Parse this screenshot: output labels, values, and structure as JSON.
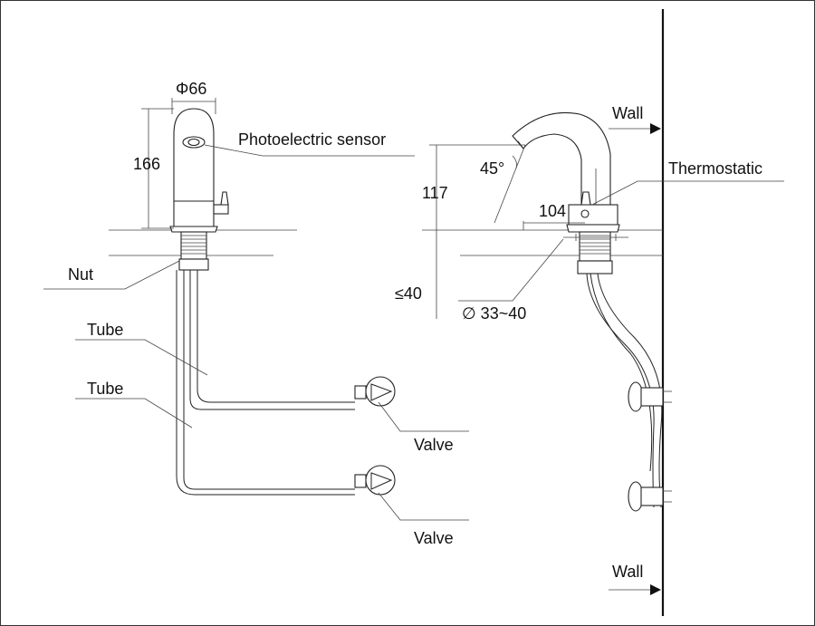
{
  "diagram": {
    "labels": {
      "phi66": "Φ66",
      "dim166": "166",
      "photoelectric_sensor": "Photoelectric sensor",
      "nut": "Nut",
      "tube_upper": "Tube",
      "tube_lower": "Tube",
      "valve_upper": "Valve",
      "valve_lower": "Valve",
      "wall_top": "Wall",
      "wall_bottom": "Wall",
      "thermostatic": "Thermostatic",
      "dim117": "117",
      "angle45": "45°",
      "dim104": "104",
      "dim_le40": "≤40",
      "dim_33_40": "∅ 33~40"
    },
    "colors": {
      "line": "#222222",
      "background": "#ffffff"
    }
  }
}
